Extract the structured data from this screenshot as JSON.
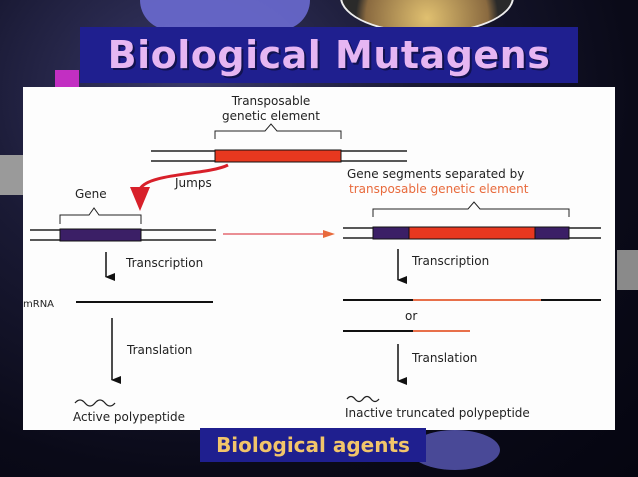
{
  "slide": {
    "title": "Biological Mutagens",
    "caption": "Biological agents"
  },
  "diagram": {
    "transposable_line1": "Transposable",
    "transposable_line2": "genetic element",
    "jumps": "Jumps",
    "gene": "Gene",
    "segments_line1": "Gene segments separated by",
    "segments_line2": "transposable genetic element",
    "transcription_left": "Transcription",
    "transcription_right": "Transcription",
    "mrna": "mRNA",
    "or": "or",
    "translation_left": "Translation",
    "translation_right": "Translation",
    "active": "Active polypeptide",
    "inactive": "Inactive truncated polypeptide"
  },
  "colors": {
    "title_bar": "#1f1f8f",
    "title_text": "#e6b6f2",
    "caption_text": "#f2c56a",
    "transposon": "#e8381f",
    "gene": "#3b1f66",
    "arrow_red": "#d8202a",
    "label_red": "#e86a3c"
  }
}
